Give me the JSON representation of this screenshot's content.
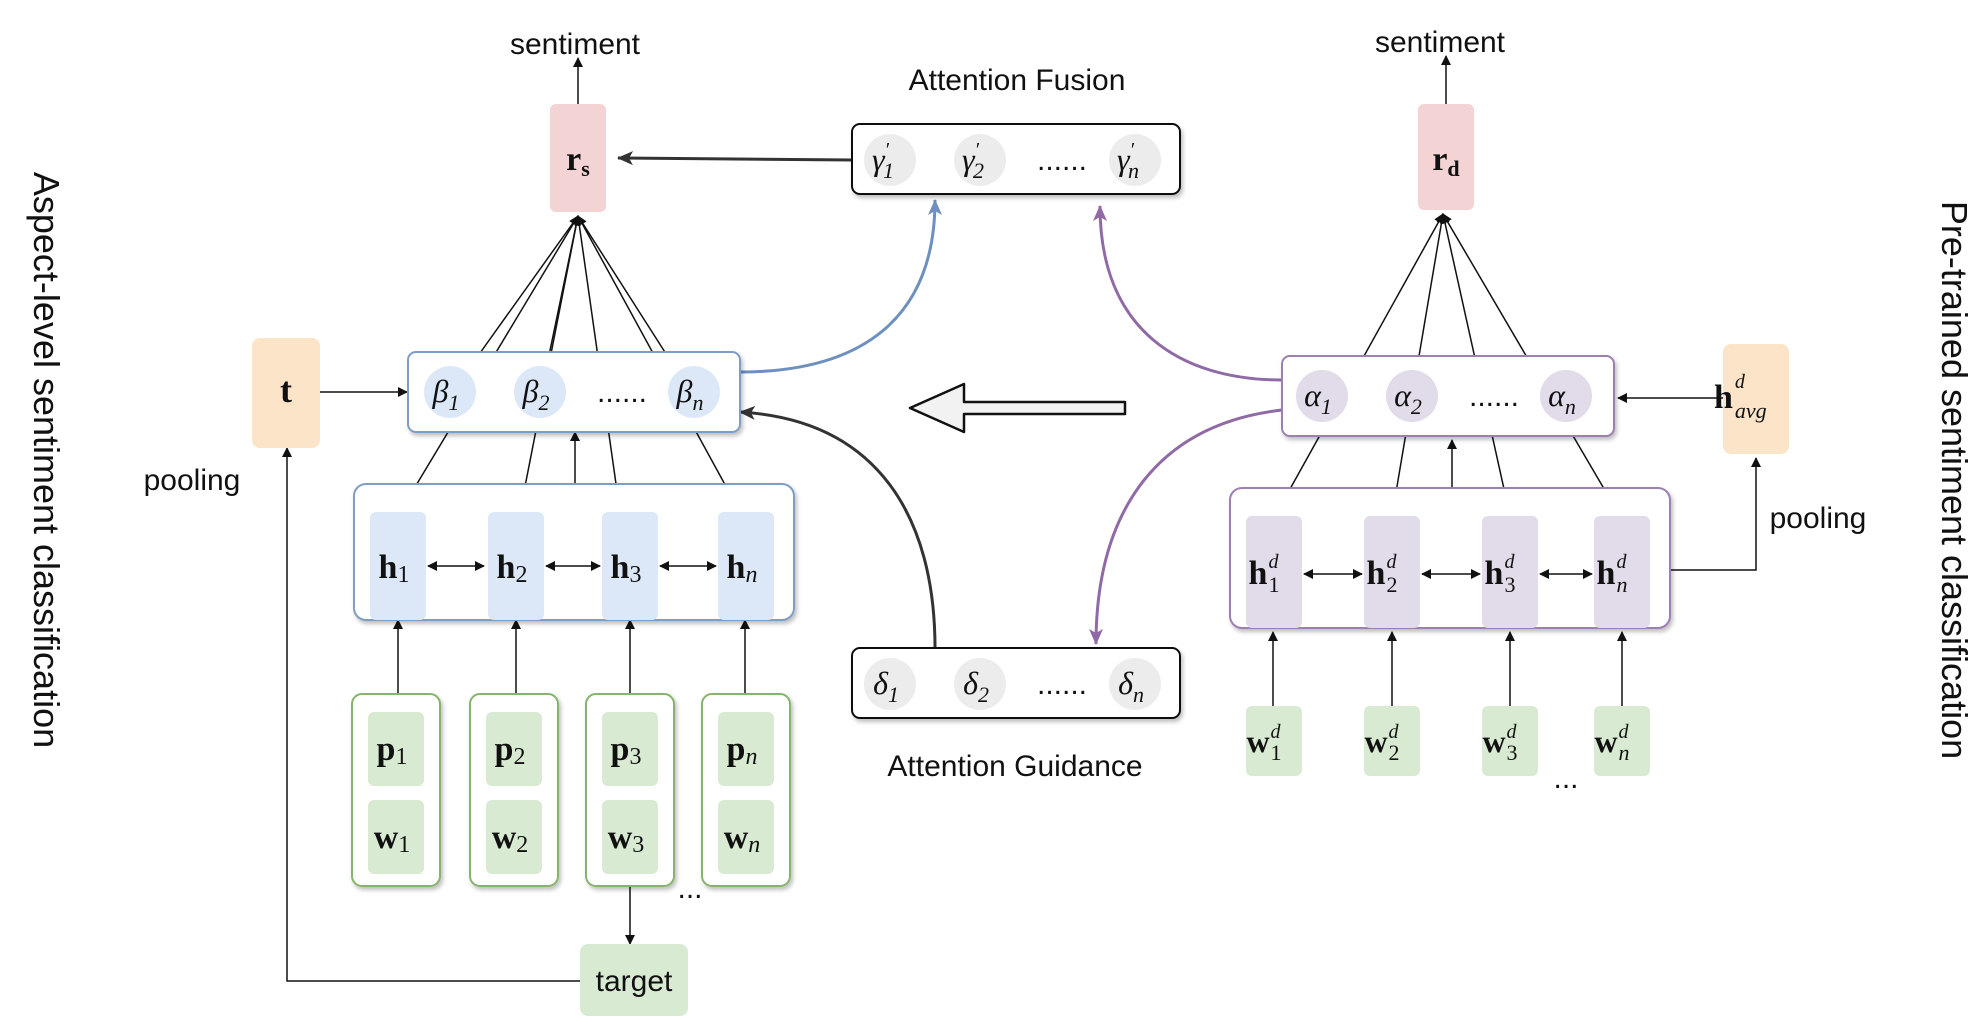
{
  "left_side_label": "Aspect-level sentiment classification",
  "right_side_label": "Pre-trained sentiment classification",
  "left_output": "sentiment",
  "right_output": "sentiment",
  "attention_fusion": "Attention Fusion",
  "attention_guidance": "Attention Guidance",
  "left_pooling": "pooling",
  "right_pooling": "pooling",
  "target": "target",
  "ellipsis_dots": "......",
  "continuation": "...",
  "symbols": {
    "rs_base": "r",
    "rs_sub": "s",
    "rd_base": "r",
    "rd_sub": "d",
    "t": "t",
    "havg_base": "h",
    "havg_sup": "d",
    "havg_sub": "avg",
    "beta": "β",
    "alpha": "α",
    "gamma": "γ",
    "gamma_prime": "′",
    "delta": "δ",
    "h": "h",
    "p": "p",
    "w": "w",
    "d_sup": "d",
    "subs": [
      "1",
      "2",
      "3",
      "n"
    ]
  },
  "colors": {
    "pink": "#f3d3d3",
    "orange": "#fce4c8",
    "blue_fill": "#dce8f8",
    "blue_border": "#7e9dc4",
    "purple_fill": "#e2dbea",
    "purple_border": "#9d7fb2",
    "green_fill": "#d9ead3",
    "green_border": "#86b36e",
    "grey_circle": "#ececec",
    "blue_arrow": "#6d90bf",
    "purple_arrow": "#8f6aa6",
    "dark_arrow": "#333333"
  }
}
